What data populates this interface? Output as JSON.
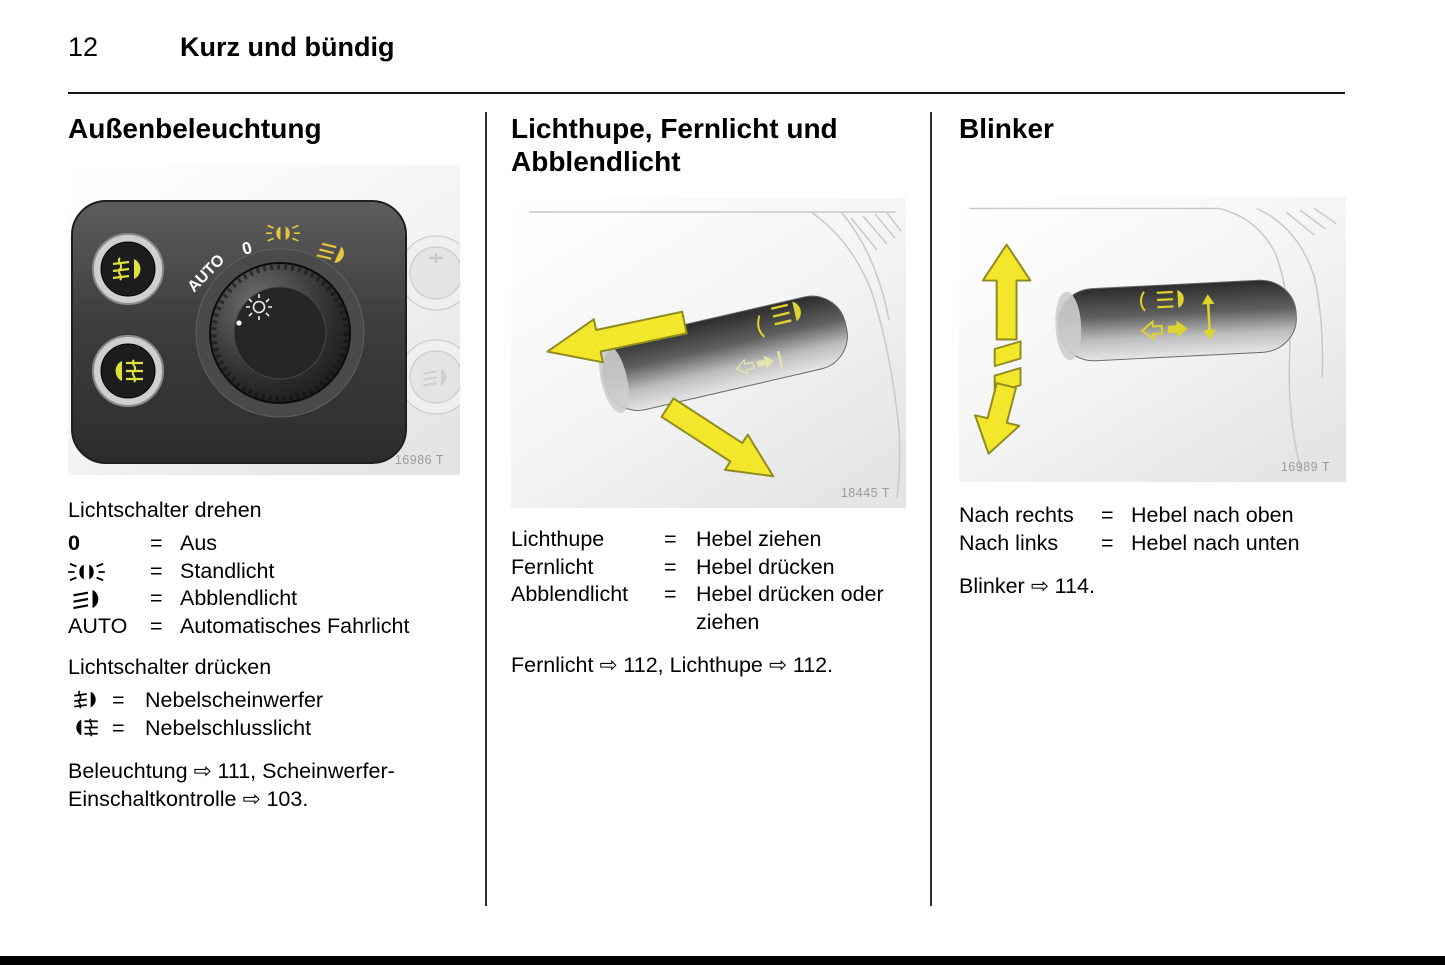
{
  "page": {
    "number": "12",
    "header_title": "Kurz und bündig"
  },
  "glyphs": {
    "equals": "="
  },
  "colors": {
    "highlight_yellow": "#f2e72b",
    "panel_dark": "#3e3e3e"
  },
  "col1": {
    "title": "Außenbeleuchtung",
    "image_caption": "16986 T",
    "panel": {
      "auto_label": "AUTO",
      "zero_label": "0"
    },
    "rotate_heading": "Lichtschalter drehen",
    "rotate_rows": [
      {
        "symbol": "0",
        "label": "Aus"
      },
      {
        "icon": "standlicht-icon",
        "label": "Standlicht"
      },
      {
        "icon": "abblendlicht-icon",
        "label": "Abblendlicht"
      },
      {
        "symbol": "AUTO",
        "label": "Automatisches Fahrlicht"
      }
    ],
    "press_heading": "Lichtschalter drücken",
    "press_rows": [
      {
        "icon": "nebelscheinwerfer-icon",
        "label": "Nebelscheinwerfer"
      },
      {
        "icon": "nebelschlusslicht-icon",
        "label": "Nebelschlusslicht"
      }
    ],
    "footer": "Beleuchtung ⇨ 111, Scheinwerfer-Einschaltkontrolle ⇨ 103."
  },
  "col2": {
    "title": "Lichthupe, Fernlicht und Abblendlicht",
    "image_caption": "18445 T",
    "rows": [
      {
        "term": "Lichthupe",
        "label": "Hebel ziehen"
      },
      {
        "term": "Fernlicht",
        "label": "Hebel drücken"
      },
      {
        "term": "Abblendlicht",
        "label": "Hebel drücken oder ziehen"
      }
    ],
    "footer": "Fernlicht ⇨ 112, Lichthupe ⇨ 112."
  },
  "col3": {
    "title": "Blinker",
    "image_caption": "16989 T",
    "rows": [
      {
        "term": "Nach rechts",
        "label": "Hebel nach oben"
      },
      {
        "term": "Nach links",
        "label": "Hebel nach unten"
      }
    ],
    "footer": "Blinker ⇨ 114."
  }
}
